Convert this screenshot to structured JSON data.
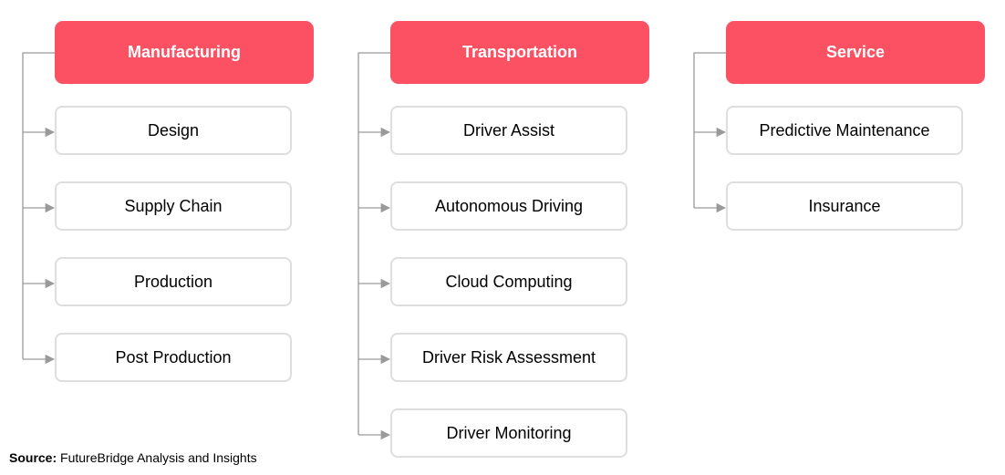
{
  "columns": [
    {
      "title": "Manufacturing",
      "items": [
        "Design",
        "Supply Chain",
        "Production",
        "Post Production"
      ]
    },
    {
      "title": "Transportation",
      "items": [
        "Driver Assist",
        "Autonomous Driving",
        "Cloud Computing",
        "Driver Risk Assessment",
        "Driver Monitoring"
      ]
    },
    {
      "title": "Service",
      "items": [
        "Predictive Maintenance",
        "Insurance"
      ]
    }
  ],
  "source": {
    "label": "Source:",
    "text": "FutureBridge Analysis and Insights"
  },
  "colors": {
    "header_fill": "#fc5162",
    "header_text": "#ffffff",
    "box_border": "#dedede",
    "connector": "#9a9a9a"
  }
}
